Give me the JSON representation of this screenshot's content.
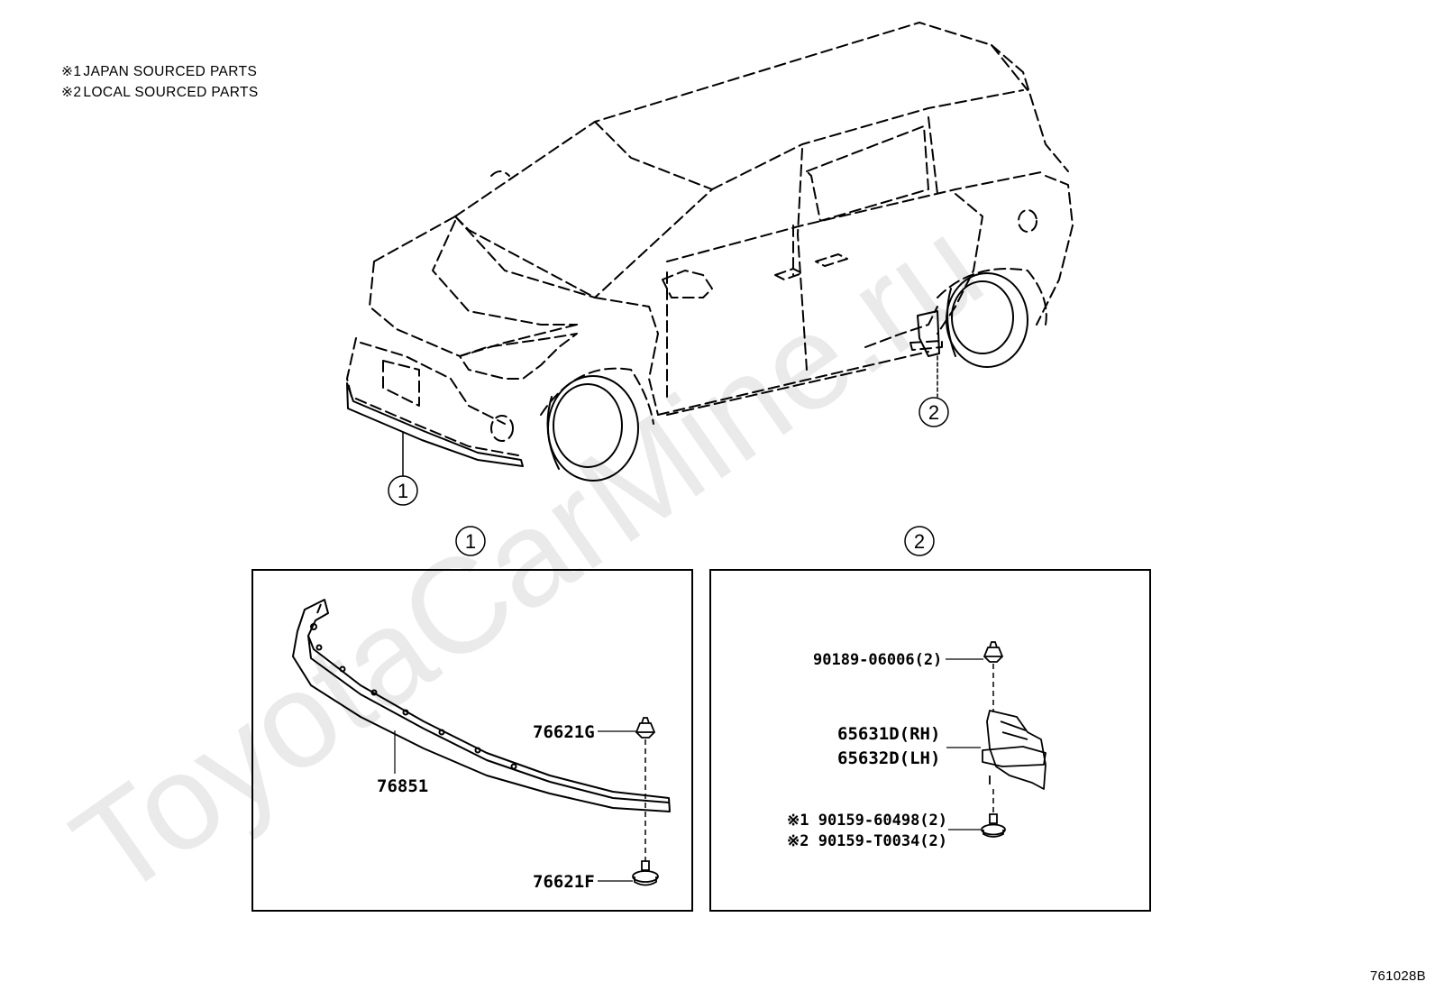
{
  "legend": [
    {
      "mark": "※1",
      "text": "JAPAN SOURCED PARTS"
    },
    {
      "mark": "※2",
      "text": "LOCAL SOURCED PARTS"
    }
  ],
  "watermark": "ToyotaCarMine.ru",
  "callouts": {
    "c1_vehicle": "1",
    "c2_vehicle": "2",
    "c1_panel": "1",
    "c2_panel": "2"
  },
  "panel1": {
    "parts": {
      "clip_upper": "76621G",
      "spoiler": "76851",
      "screw_lower": "76621F"
    }
  },
  "panel2": {
    "parts": {
      "clip_upper": "90189-06006(2)",
      "mudguard_rh": "65631D(RH)",
      "mudguard_lh": "65632D(LH)",
      "screw_japan": "※1 90159-60498(2)",
      "screw_local": "※2 90159-T0034(2)"
    }
  },
  "diagram_id": "761028B"
}
